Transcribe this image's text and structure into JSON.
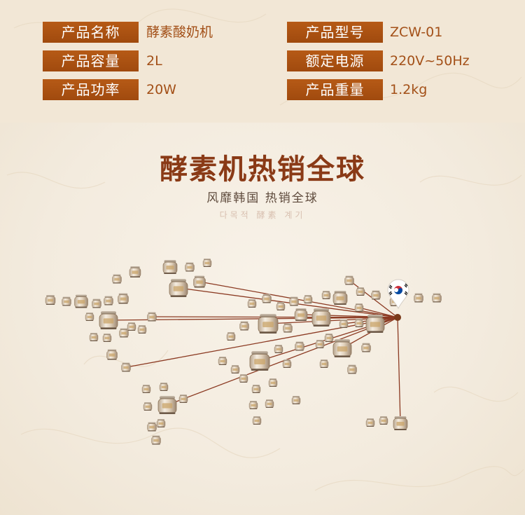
{
  "specs": {
    "name_label": "产品名称",
    "name_value": "酵素酸奶机",
    "capacity_label": "产品容量",
    "capacity_value": "2L",
    "power_label": "产品功率",
    "power_value": "20W",
    "model_label": "产品型号",
    "model_value": "ZCW-01",
    "supply_label": "额定电源",
    "supply_value": "220V~50Hz",
    "weight_label": "产品重量",
    "weight_value": "1.2kg"
  },
  "headline": "酵素机热销全球",
  "subline": "风靡韩国 热销全球",
  "korean_line": "다목적 酵素 계기",
  "colors": {
    "label_bg": "#a84e10",
    "value_text": "#a35018",
    "headline_text": "#8a3a16",
    "line_color": "#8b3a22",
    "hub_color": "#7a3a1a"
  },
  "icons": {
    "flag": "south-korea-flag-icon",
    "product": "yogurt-machine-icon"
  }
}
